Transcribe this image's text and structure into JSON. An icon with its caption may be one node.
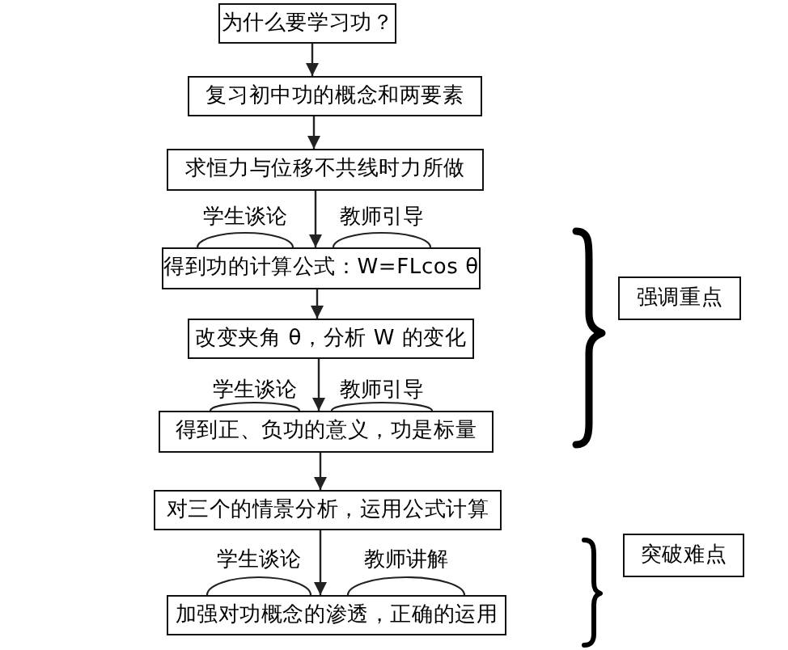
{
  "diagram": {
    "nodes": [
      {
        "text": [
          "为什么要学习功？"
        ]
      },
      {
        "text": [
          "复习初中功的概念和两要素"
        ]
      },
      {
        "text": [
          "求恒力与位移不共线时力所做"
        ]
      },
      {
        "text": [
          "得到功的计算公式：W=FLcos θ"
        ],
        "beside": [
          "学生谈论",
          "教师引导"
        ]
      },
      {
        "text": [
          "改变夹角 θ，分析 W 的变化"
        ]
      },
      {
        "text": [
          "得到正、负功的意义，功是标量"
        ],
        "beside": [
          "学生谈论",
          "教师引导"
        ]
      },
      {
        "text": [
          "对三个的情景分析，运用公式计算"
        ]
      },
      {
        "text": [
          "加强对功概念的渗透，正确的运用"
        ],
        "beside": [
          "学生谈论",
          "教师讲解"
        ]
      },
      {
        "text": [
          "强调重点"
        ]
      },
      {
        "text": [
          "突破难点"
        ]
      }
    ],
    "edges": [
      {
        "from": 0,
        "to": 1,
        "arrow": "to"
      },
      {
        "from": 1,
        "to": 2,
        "arrow": "to"
      },
      {
        "from": 2,
        "to": 3,
        "arrow": "to"
      },
      {
        "from": 3,
        "to": 4,
        "arrow": "to"
      },
      {
        "from": 4,
        "to": 5,
        "arrow": "to"
      },
      {
        "from": 5,
        "to": 6,
        "arrow": "to"
      },
      {
        "from": 6,
        "to": 7,
        "arrow": "to"
      }
    ]
  }
}
